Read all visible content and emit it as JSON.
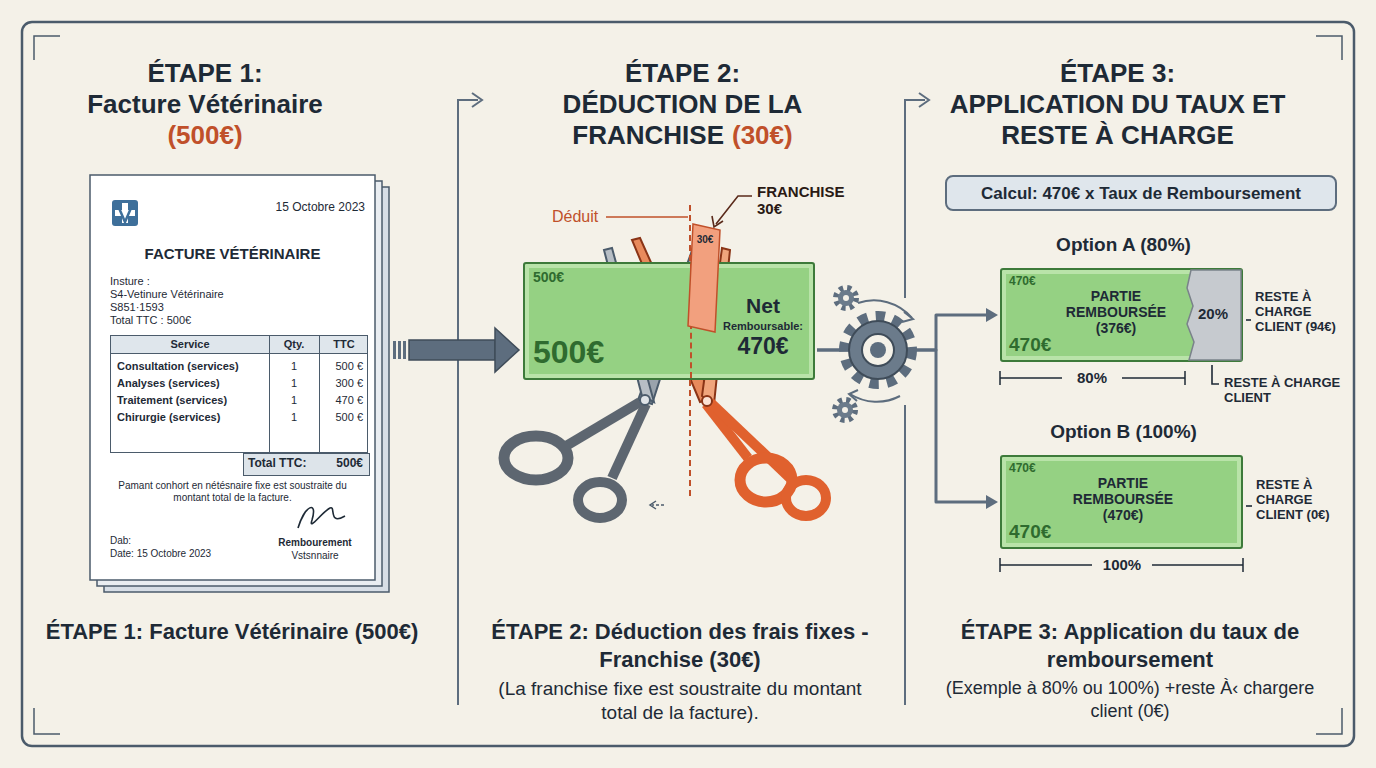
{
  "diagram": {
    "nodes": [
      {
        "text": [
          "15 Octobre 2023",
          "FACTURE VÉTÉRINAIRE",
          "Insture :",
          "S4-Vetinure Vétérinaire",
          "S851·1593",
          "Total TTC : 500€",
          "Pamant conhort en nétésnaire fixe est soustraite du montant total de la facture.",
          "Dab:",
          "Date: 15 Octobre 2023",
          "Rembourement",
          "Vstsnnaire"
        ]
      },
      {
        "text": [
          "Service",
          "Qty.",
          "TTC",
          "Consultation (services)",
          "1",
          "500 €",
          "Analyses (services)",
          "1",
          "300 €",
          "Traitement (services)",
          "1",
          "470 €",
          "Chirurgie (services)",
          "1",
          "500 €",
          "Total TTC:",
          "500€"
        ],
        "in": 0
      },
      {
        "text": [
          "500€",
          "500€",
          "Net",
          "Remboursable:",
          "470€"
        ]
      },
      {
        "text": [
          "30€"
        ],
        "in": 2
      },
      {
        "text": [
          "Calcul: 470€ x Taux de Remboursement"
        ]
      },
      {
        "text": [
          "Option A (80%)",
          "470€",
          "470€",
          "PARTIE REMBOURSÉE (376€)"
        ]
      },
      {
        "text": [
          "20%"
        ],
        "in": 5
      },
      {
        "text": [
          "Option B (100%)",
          "470€",
          "470€",
          "PARTIE REMBOURSÉE (470€)"
        ]
      }
    ],
    "edges": [
      {
        "from": 0,
        "to": 2,
        "arrow": "to"
      },
      {
        "from": 2,
        "to": 5,
        "arrow": "to"
      },
      {
        "from": 2,
        "to": 7,
        "arrow": "to"
      }
    ],
    "labels": [
      "ÉTAPE 1:",
      "Facture Vétérinaire",
      "(500€)",
      "ÉTAPE 2:",
      "DÉDUCTION DE LA FRANCHISE",
      "(30€)",
      "ÉTAPE 3:",
      "APPLICATION DU TAUX ET RESTE À CHARGE",
      "Déduit",
      "FRANCHISE 30€",
      "RESTE À CHARGE CLIENT (94€)",
      "80%",
      "RESTE À CHARGE CLIENT",
      "RESTE À CHARGE CLIENT (0€)",
      "100%",
      "ÉTAPE 1: Facture Vétérinaire (500€)",
      "ÉTAPE 2: Déduction des frais fixes - Franchise (30€)",
      "(La franchise fixe est soustraite du montant total de la facture).",
      "ÉTAPE 3: Application du taux de remboursement",
      "(Exemple à 80% ou 100%) +reste À‹ chargere client (0€)"
    ]
  }
}
